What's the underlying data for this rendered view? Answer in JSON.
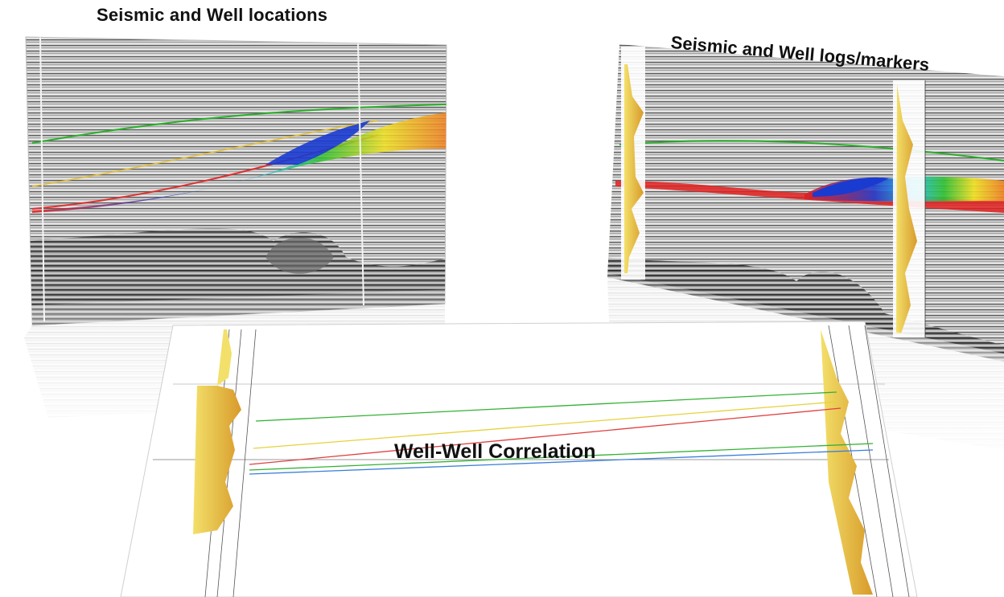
{
  "titles": {
    "left": "Seismic and Well locations",
    "right": "Seismic and Well logs/markers",
    "center": "Well-Well Correlation"
  },
  "panels": {
    "left": "seismic-section-with-well-locations",
    "right": "seismic-section-with-well-logs-and-markers",
    "center": "well-to-well-correlation-panel"
  },
  "colors": {
    "seismic_light": "#d9d9d9",
    "seismic_dark": "#1a1a1a",
    "log_fill": "#e8b94a",
    "log_fill_pale": "#f3e06a",
    "marker_green": "#33b233",
    "marker_yellow": "#e6d23a",
    "marker_red": "#e04040",
    "marker_blue": "#3a7fd9",
    "horizon_blue": "#2040d0",
    "horizon_red": "#e02020"
  },
  "icons": {
    "wells": "vertical-line-well-icon"
  }
}
